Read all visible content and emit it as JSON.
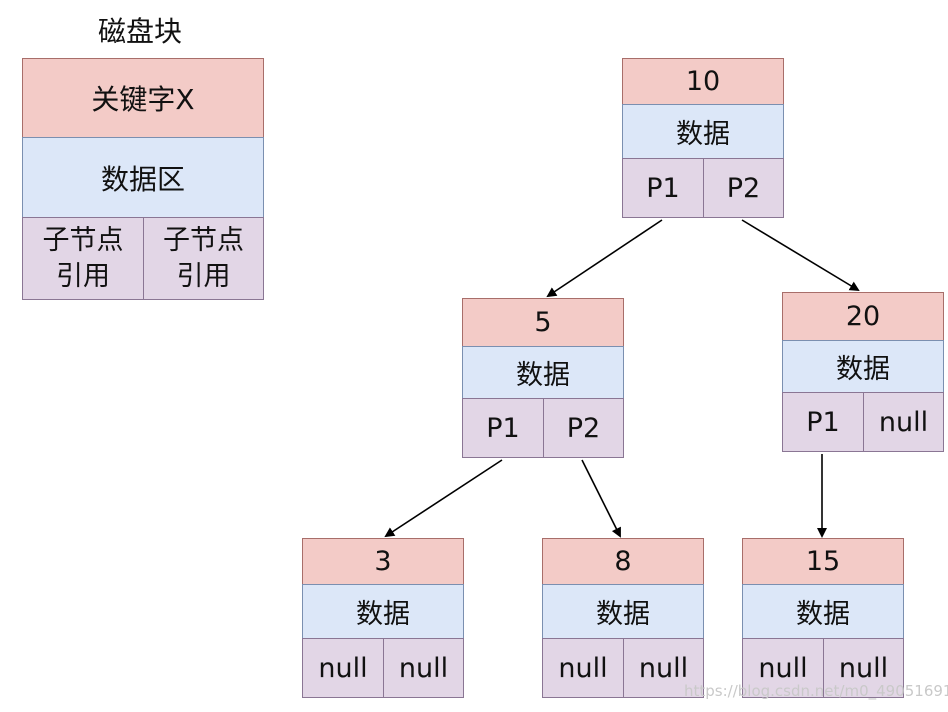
{
  "legend": {
    "title": "磁盘块",
    "key": "关键字X",
    "data": "数据区",
    "ref_left": "子节点\n引用",
    "ref_right": "子节点\n引用"
  },
  "tree": {
    "data_label": "数据",
    "nodes": {
      "n10": {
        "key": "10",
        "data": "数据",
        "p_left": "P1",
        "p_right": "P2"
      },
      "n5": {
        "key": "5",
        "data": "数据",
        "p_left": "P1",
        "p_right": "P2"
      },
      "n20": {
        "key": "20",
        "data": "数据",
        "p_left": "P1",
        "p_right": "null"
      },
      "n3": {
        "key": "3",
        "data": "数据",
        "p_left": "null",
        "p_right": "null"
      },
      "n8": {
        "key": "8",
        "data": "数据",
        "p_left": "null",
        "p_right": "null"
      },
      "n15": {
        "key": "15",
        "data": "数据",
        "p_left": "null",
        "p_right": "null"
      }
    },
    "edges": [
      {
        "from": "n10",
        "to": "n5"
      },
      {
        "from": "n10",
        "to": "n20"
      },
      {
        "from": "n5",
        "to": "n3"
      },
      {
        "from": "n5",
        "to": "n8"
      },
      {
        "from": "n20",
        "to": "n15"
      }
    ]
  },
  "watermark": "https://blog.csdn.net/m0_49051691"
}
